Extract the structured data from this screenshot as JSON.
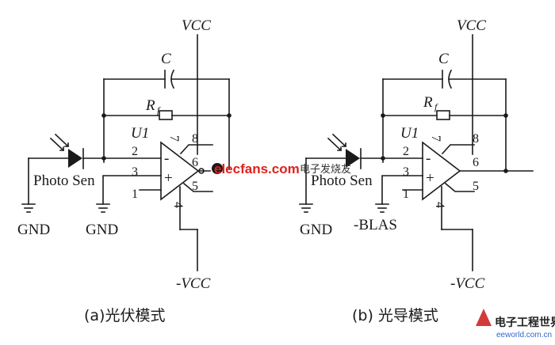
{
  "left": {
    "vcc": "VCC",
    "cap": "C",
    "res": "R",
    "res_sub": "f",
    "u": "U1",
    "pins": [
      "2",
      "3",
      "1",
      "8",
      "6",
      "5",
      "7",
      "4"
    ],
    "minus": "-",
    "plus": "+",
    "sensor": "Photo Sen",
    "gnd1": "GND",
    "gnd2": "GND",
    "vee": "-VCC",
    "caption": "(a)光伏模式"
  },
  "right": {
    "vcc": "VCC",
    "cap": "C",
    "res": "R",
    "res_sub": "f",
    "u": "U1",
    "pins": [
      "2",
      "3",
      "1",
      "8",
      "6",
      "5",
      "7",
      "4"
    ],
    "minus": "-",
    "plus": "+",
    "sensor": "Photo Sen",
    "gnd1": "GND",
    "bias": "-BLAS",
    "vee": "-VCC",
    "caption": "(b) 光导模式"
  },
  "watermark": {
    "site": "elecfans.com",
    "site_cn": "电子发烧友",
    "logo_cn": "电子工程世界",
    "logo_url": "eeworld.com.cn"
  }
}
